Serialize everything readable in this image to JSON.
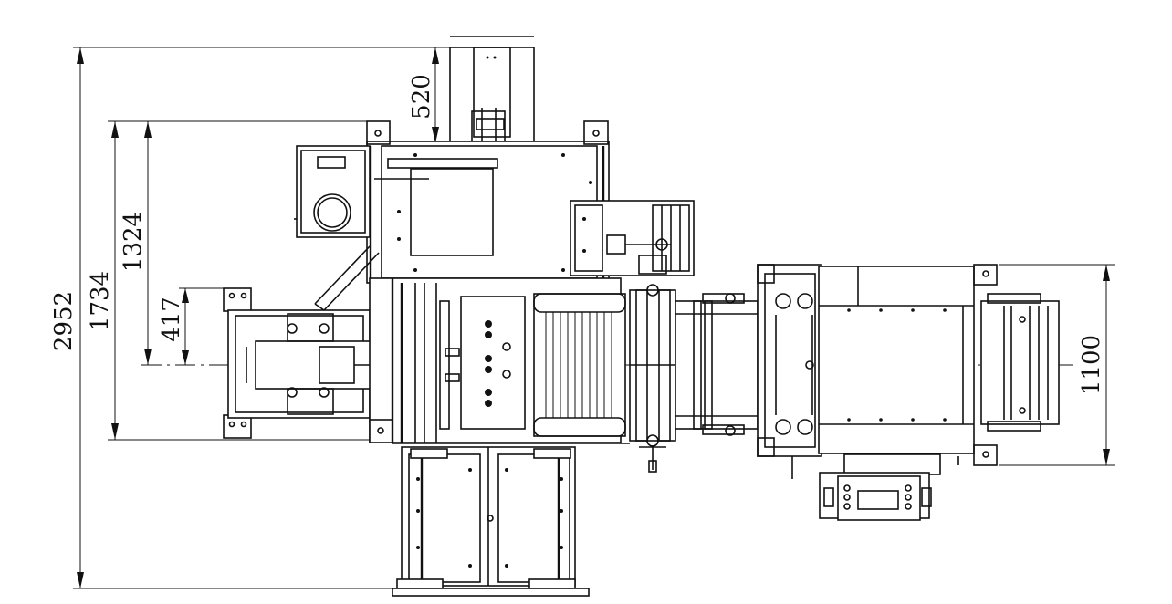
{
  "dimensions": {
    "total_height": "2952",
    "frame_height": "1734",
    "upper_to_center": "1324",
    "offset_small": "417",
    "top_extension": "520",
    "right_width": "1100"
  }
}
